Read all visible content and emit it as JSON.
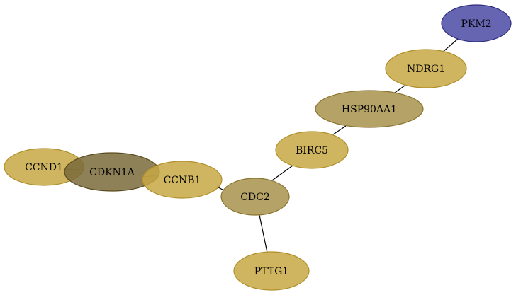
{
  "graph": {
    "nodes": [
      {
        "id": "PKM2",
        "label": "PKM2",
        "fill": "#4a4aa4",
        "stroke": "#2e2e80"
      },
      {
        "id": "NDRG1",
        "label": "NDRG1",
        "fill": "#c8a845",
        "stroke": "#b08f2a"
      },
      {
        "id": "HSP90AA1",
        "label": "HSP90AA1",
        "fill": "#a8924b",
        "stroke": "#8a7430"
      },
      {
        "id": "BIRC5",
        "label": "BIRC5",
        "fill": "#c8a845",
        "stroke": "#b08f2a"
      },
      {
        "id": "CDC2",
        "label": "CDC2",
        "fill": "#a8924b",
        "stroke": "#8a7430"
      },
      {
        "id": "PTTG1",
        "label": "PTTG1",
        "fill": "#c8a845",
        "stroke": "#b08f2a"
      },
      {
        "id": "CCNB1",
        "label": "CCNB1",
        "fill": "#c8a845",
        "stroke": "#b08f2a"
      },
      {
        "id": "CDKN1A",
        "label": "CDKN1A",
        "fill": "#7a6a3a",
        "stroke": "#5a4c20"
      },
      {
        "id": "CCND1",
        "label": "CCND1",
        "fill": "#c8a845",
        "stroke": "#b08f2a"
      }
    ],
    "edges": [
      {
        "source": "PKM2",
        "target": "NDRG1"
      },
      {
        "source": "NDRG1",
        "target": "HSP90AA1"
      },
      {
        "source": "HSP90AA1",
        "target": "BIRC5"
      },
      {
        "source": "BIRC5",
        "target": "CDC2"
      },
      {
        "source": "CDC2",
        "target": "PTTG1"
      },
      {
        "source": "CDC2",
        "target": "CCNB1"
      },
      {
        "source": "CCNB1",
        "target": "CDKN1A"
      },
      {
        "source": "CDKN1A",
        "target": "CCND1"
      }
    ]
  }
}
